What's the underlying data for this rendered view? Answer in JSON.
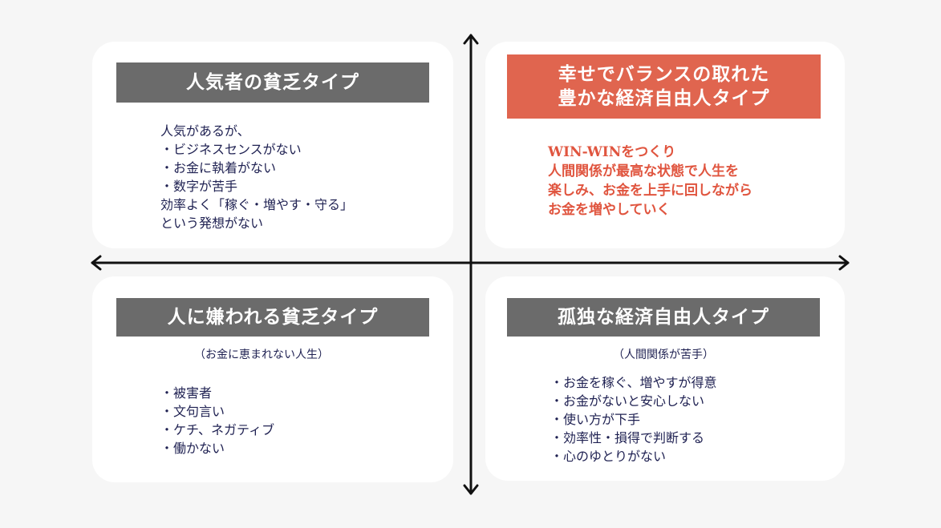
{
  "quadrants": {
    "top_left": {
      "title": "人気者の貧乏タイプ",
      "lines": [
        "人気があるが、",
        "・ビジネスセンスがない",
        "・お金に執着がない",
        "・数字が苦手",
        "効率よく「稼ぐ・増やす・守る」",
        "という発想がない"
      ]
    },
    "top_right": {
      "title_lines": [
        "幸せでバランスの取れた",
        "豊かな経済自由人タイプ"
      ],
      "lines": [
        "WIN-WINをつくり",
        "人間関係が最高な状態で人生を",
        "楽しみ、お金を上手に回しながら",
        "お金を増やしていく"
      ],
      "accent": "#e0654f"
    },
    "bottom_left": {
      "title": "人に嫌われる貧乏タイプ",
      "subtitle": "（お金に恵まれない人生）",
      "lines": [
        "・被害者",
        "・文句言い",
        "・ケチ、ネガティブ",
        "・働かない"
      ]
    },
    "bottom_right": {
      "title": "孤独な経済自由人タイプ",
      "subtitle": "（人間関係が苦手）",
      "lines": [
        "・お金を稼ぐ、増やすが得意",
        "・お金がないと安心しない",
        "・使い方が下手",
        "・効率性・損得で判断する",
        "・心のゆとりがない"
      ]
    }
  }
}
